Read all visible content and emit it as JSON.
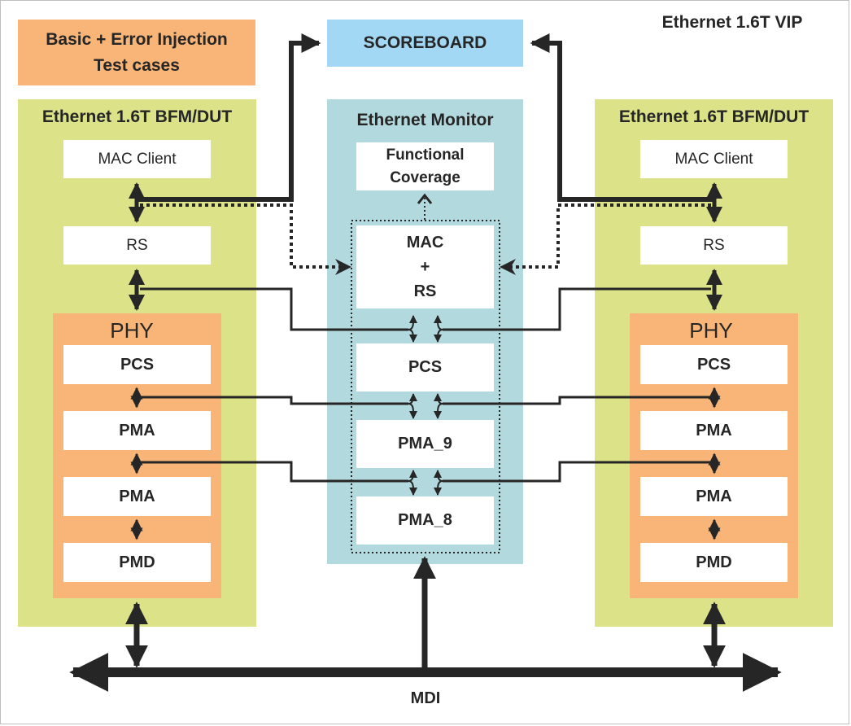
{
  "title": "Ethernet 1.6T VIP",
  "testcases": {
    "line1": "Basic + Error Injection",
    "line2": "Test cases"
  },
  "scoreboard": {
    "label": "SCOREBOARD"
  },
  "left_bfm": {
    "title": "Ethernet 1.6T BFM/DUT",
    "mac_client": "MAC Client",
    "rs": "RS",
    "phy": {
      "title": "PHY",
      "layers": [
        "PCS",
        "PMA",
        "PMA",
        "PMD"
      ]
    }
  },
  "right_bfm": {
    "title": "Ethernet 1.6T BFM/DUT",
    "mac_client": "MAC Client",
    "rs": "RS",
    "phy": {
      "title": "PHY",
      "layers": [
        "PCS",
        "PMA",
        "PMA",
        "PMD"
      ]
    }
  },
  "monitor": {
    "title": "Ethernet Monitor",
    "coverage": {
      "line1": "Functional",
      "line2": "Coverage"
    },
    "mac_rs": {
      "line1": "MAC",
      "line2": "+",
      "line3": "RS"
    },
    "layers": [
      "PCS",
      "PMA_9",
      "PMA_8"
    ]
  },
  "mdi": {
    "label": "MDI"
  },
  "colors": {
    "bfm_green": "#dbe287",
    "phy_orange": "#f8b577",
    "monitor_teal": "#b2dade",
    "scoreboard_blue": "#a3d8f4",
    "line": "#262626"
  }
}
